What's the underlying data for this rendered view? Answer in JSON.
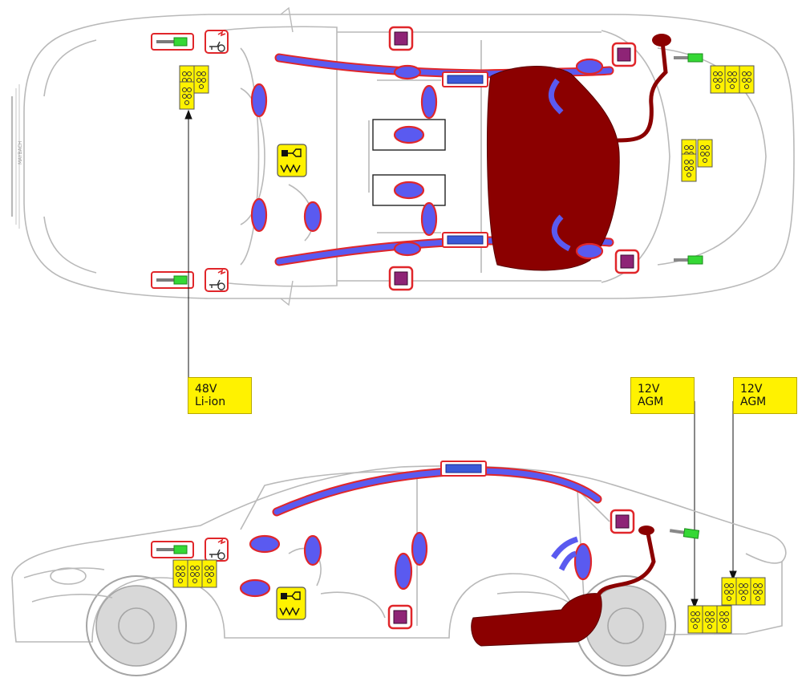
{
  "callouts": {
    "battery_48v": "48V\nLi-ion",
    "battery_12v_front": "12V\nAGM",
    "battery_12v_rear": "12V\nAGM"
  },
  "brand_text": "MAYBACH",
  "colors": {
    "outline": "#b9b9b9",
    "airbag": "#5a5af0",
    "airbag_border": "#e0262a",
    "fuel_tank": "#8b0000",
    "battery": "#fff200",
    "sensor": "#8e2476",
    "inflator": "#3b5ad8",
    "squib": "#1fcf1f"
  }
}
